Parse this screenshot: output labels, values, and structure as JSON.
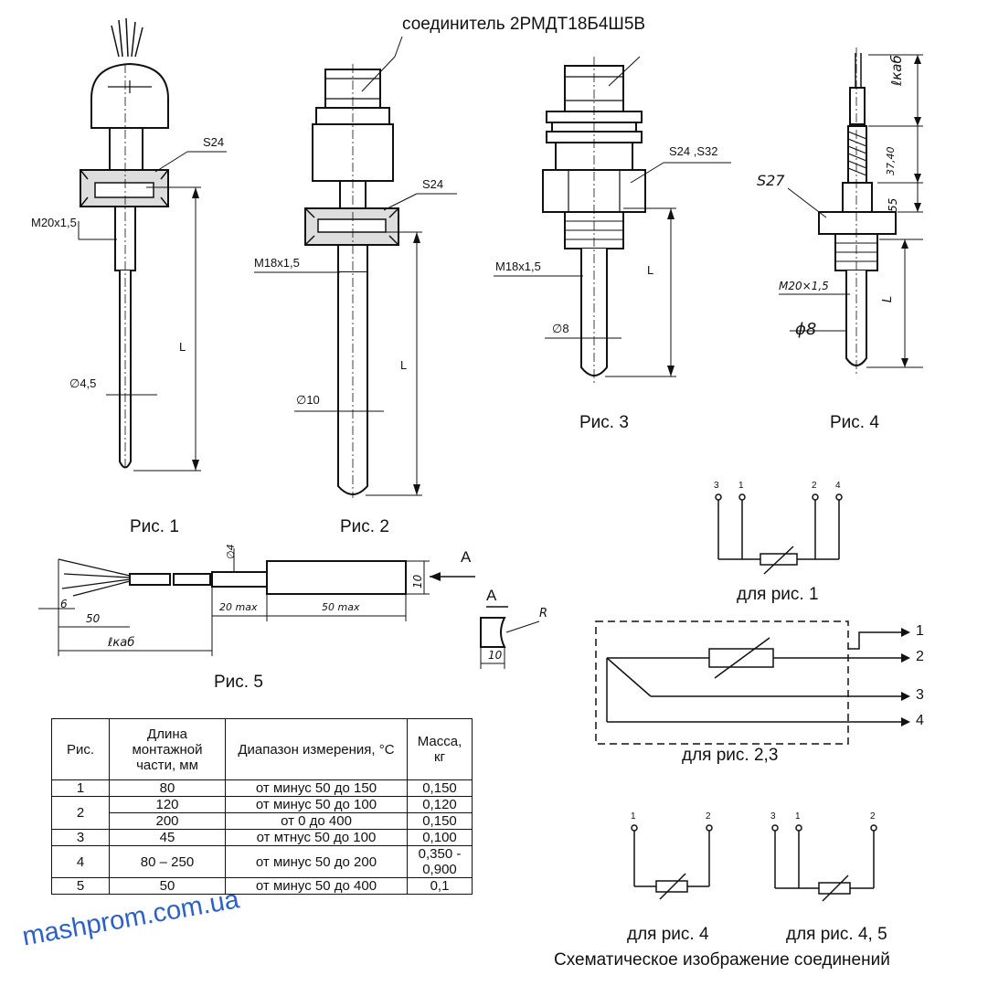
{
  "connector_label": "соединитель 2РМДТ18Б4Ш5В",
  "fig1": {
    "caption": "Рис. 1",
    "wrench": "S24",
    "thread": "M20x1,5",
    "diameter": "∅4,5",
    "length": "L"
  },
  "fig2": {
    "caption": "Рис. 2",
    "wrench": "S24",
    "thread": "M18x1,5",
    "diameter": "∅10",
    "length": "L"
  },
  "fig3": {
    "caption": "Рис. 3",
    "wrench": "S24 ,S32",
    "thread": "M18x1,5",
    "diameter": "∅8",
    "length": "L"
  },
  "fig4": {
    "caption": "Рис. 4",
    "wrench": "S27",
    "thread": "M20×1,5",
    "diameter": "ϕ8",
    "length": "L",
    "cable_length": "ℓкаб",
    "dim_a": "37,40",
    "dim_b": "55"
  },
  "fig5": {
    "caption": "Рис. 5",
    "diam": "∅4",
    "height": "10",
    "dim_6": "6",
    "dim_50": "50",
    "cable": "ℓкаб",
    "dim_20": "20 max",
    "dim_50max": "50 max",
    "view_a": "A",
    "view_letter": "A",
    "radius": "R",
    "width": "10"
  },
  "schematics": {
    "title": "Схематическое изображение соединений",
    "fig1": {
      "caption": "для рис. 1",
      "pins": [
        "3",
        "1",
        "2",
        "4"
      ]
    },
    "fig23": {
      "caption": "для рис. 2,3",
      "outputs": [
        "1",
        "2",
        "3",
        "4"
      ]
    },
    "fig4": {
      "caption": "для рис. 4",
      "pins": [
        "1",
        "2"
      ]
    },
    "fig45": {
      "caption": "для рис. 4, 5",
      "pins": [
        "3",
        "1",
        "2"
      ]
    }
  },
  "table": {
    "headers": [
      "Рис.",
      "Длина монтажной части, мм",
      "Диапазон измерения, °C",
      "Масса, кг"
    ],
    "rows": [
      {
        "fig": "1",
        "length": "80",
        "range": "от минус 50 до 150",
        "mass": "0,150"
      },
      {
        "fig": "2",
        "length": "120",
        "range": "от минус 50 до 100",
        "mass": "0,120"
      },
      {
        "fig": "",
        "length": "200",
        "range": "от 0 до 400",
        "mass": "0,150"
      },
      {
        "fig": "3",
        "length": "45",
        "range": "от мтнус 50 до 100",
        "mass": "0,100"
      },
      {
        "fig": "4",
        "length": "80 – 250",
        "range": "от минус 50 до 200",
        "mass": "0,350 - 0,900"
      },
      {
        "fig": "5",
        "length": "50",
        "range": "от минус 50 до 400",
        "mass": "0,1"
      }
    ]
  },
  "watermark": "mashprom.com.ua"
}
